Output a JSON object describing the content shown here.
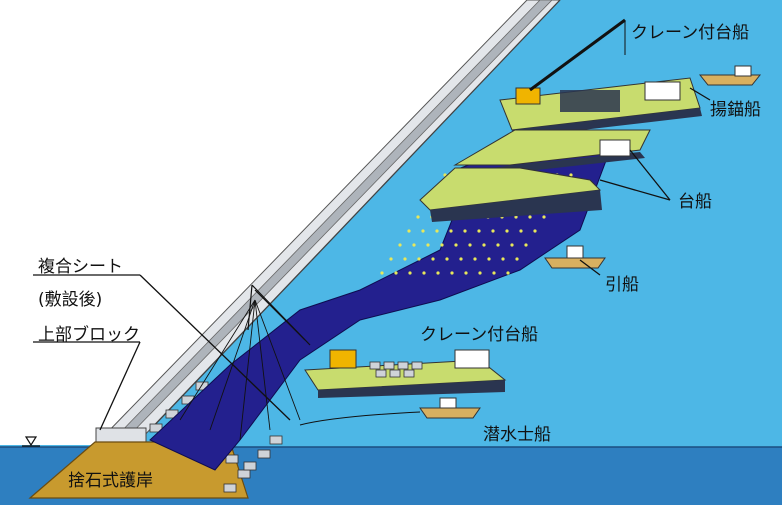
{
  "labels": {
    "crane_barge_top": "クレーン付台船",
    "anchor_boat": "揚錨船",
    "barge": "台船",
    "tug_boat": "引船",
    "crane_barge_bottom": "クレーン付台船",
    "diver_boat": "潜水士船",
    "composite_sheet_line1": "複合シート",
    "composite_sheet_line2": "(敷設後)",
    "upper_block": "上部ブロック",
    "rubble_revetment": "捨石式護岸"
  },
  "colors": {
    "sky": "#4db7e6",
    "sea": "#2e7fc0",
    "sheet": "#23208e",
    "sheet_dots": "#e8e85a",
    "barge_deck": "#c8dc6e",
    "barge_hull": "#2a3550",
    "crane": "#f0b400",
    "rubble": "#c89a2e",
    "wall": "#cfd3d8"
  }
}
